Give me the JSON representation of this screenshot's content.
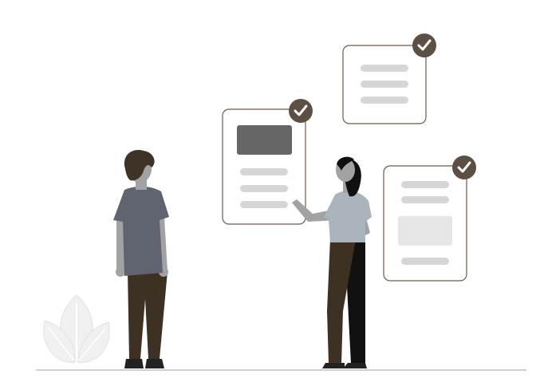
{
  "colors": {
    "background": "#ffffff",
    "ground_line": "#cfcfcf",
    "card_border": "#6b5a48",
    "card_fill": "#ffffff",
    "check_badge": "#5c5044",
    "check_mark": "#ffffff",
    "card_bar_light": "#d6d6d6",
    "card_block_dark": "#666666",
    "card_block_light": "#e6e6e6",
    "hair": "#3f3327",
    "skin": "#a2a2a2",
    "shirt_man": "#5f6470",
    "shirt_woman": "#a9b4bc",
    "pants": "#3c3122",
    "shoes": "#222222",
    "plant": "#f0f0f0"
  },
  "illustration": {
    "cards": [
      {
        "id": "card-top",
        "icon": "check-icon"
      },
      {
        "id": "card-left",
        "icon": "check-icon"
      },
      {
        "id": "card-right",
        "icon": "check-icon"
      }
    ],
    "figures": [
      "man-standing",
      "woman-pointing"
    ],
    "decorations": [
      "plant-leaves",
      "ground-line"
    ]
  }
}
